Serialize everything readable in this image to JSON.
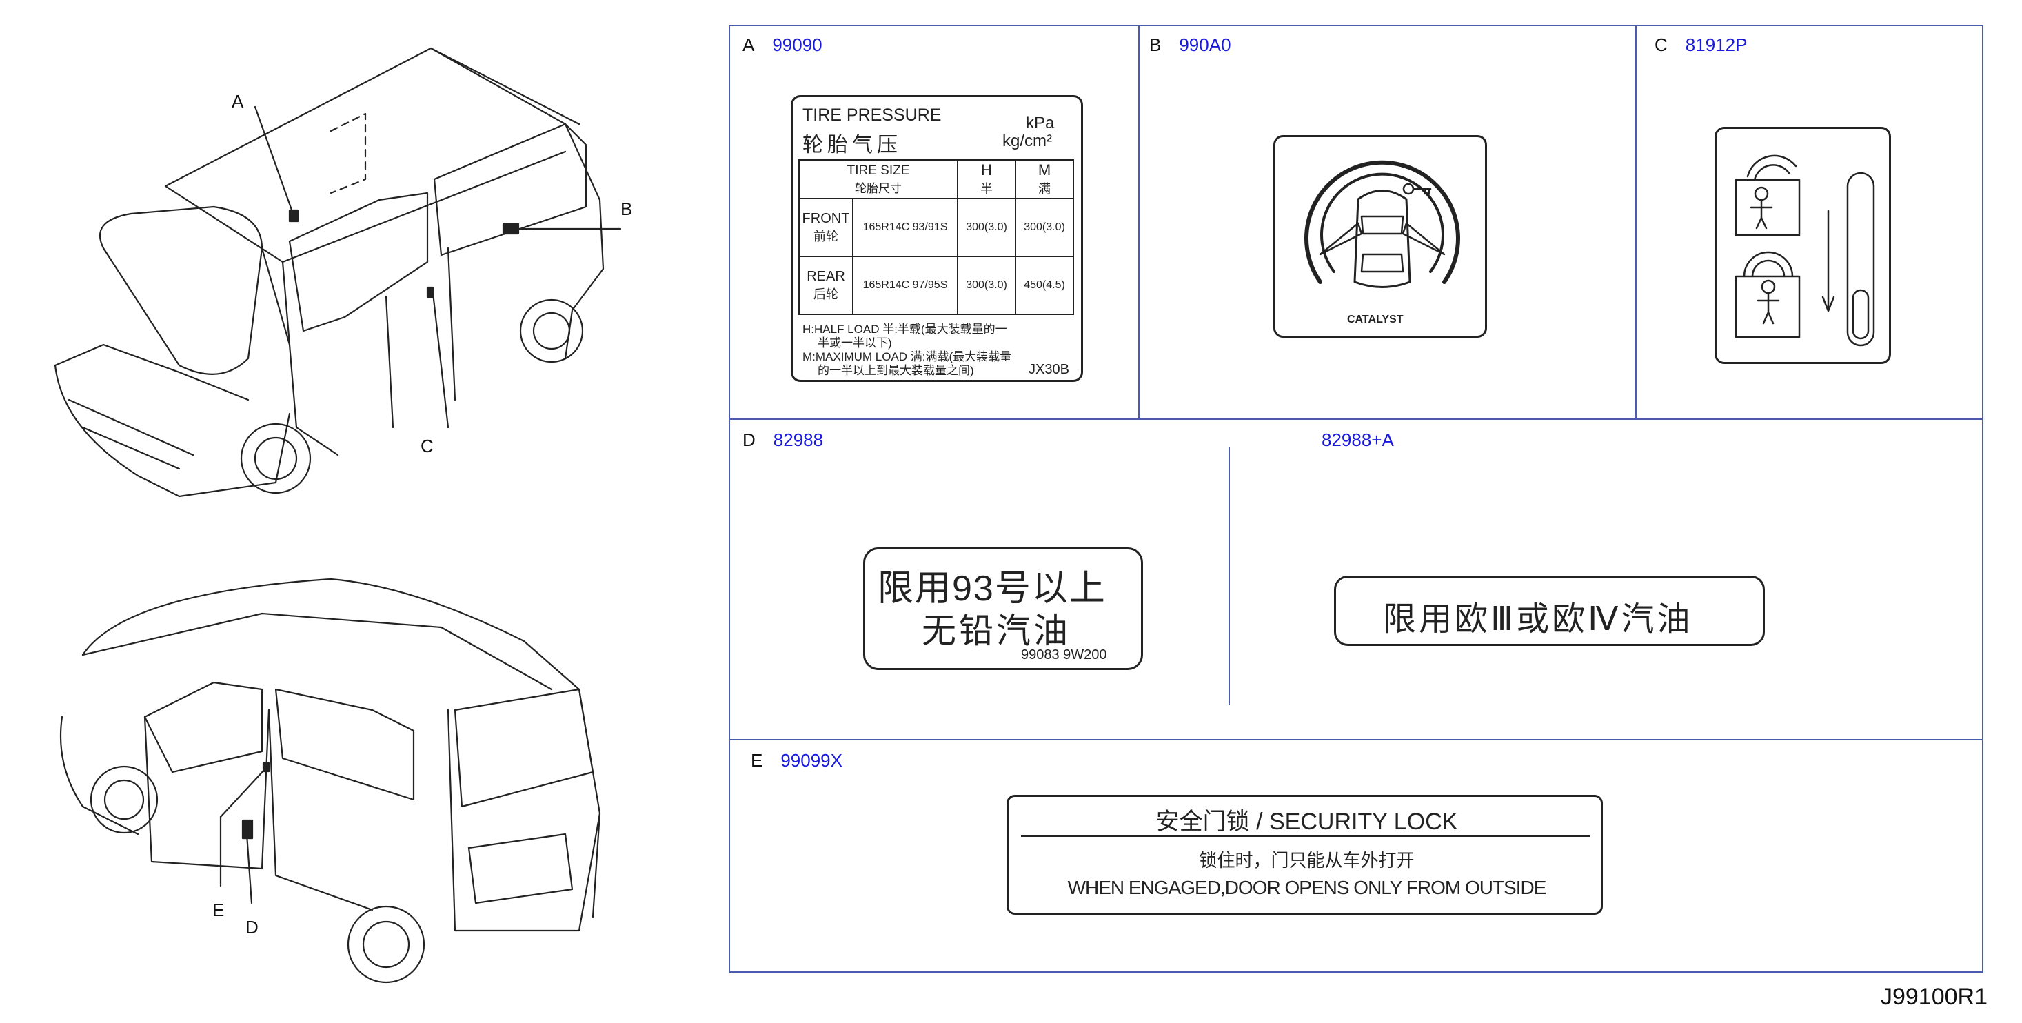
{
  "callouts": {
    "a": "A",
    "b": "B",
    "c": "C",
    "d": "D",
    "e": "E"
  },
  "panels": {
    "a": {
      "letter": "A",
      "part": "99090"
    },
    "b": {
      "letter": "B",
      "part": "990A0"
    },
    "c": {
      "letter": "C",
      "part": "81912P"
    },
    "d": {
      "letter": "D",
      "part": "82988",
      "part_alt": "82988+A"
    },
    "e": {
      "letter": "E",
      "part": "99099X"
    }
  },
  "tire_label": {
    "title": "TIRE PRESSURE",
    "title_cn": "轮胎气压",
    "unit1": "kPa",
    "unit2": "kg/cm²",
    "col_size": "TIRE SIZE",
    "col_size_cn": "轮胎尺寸",
    "col_h": "H",
    "col_h_cn": "半",
    "col_m": "M",
    "col_m_cn": "满",
    "front": "FRONT",
    "front_cn": "前轮",
    "front_size": "165R14C 93/91S",
    "front_h": "300(3.0)",
    "front_m": "300(3.0)",
    "rear": "REAR",
    "rear_cn": "后轮",
    "rear_size": "165R14C 97/95S",
    "rear_h": "300(3.0)",
    "rear_m": "450(4.5)",
    "note1": "H:HALF LOAD  半:半载(最大装载量的一",
    "note1b": "半或一半以下)",
    "note2": "M:MAXIMUM LOAD  满:满载(最大装载量",
    "note2b": "的一半以上到最大装载量之间)",
    "code": "JX30B"
  },
  "catalyst_label": {
    "text": "CATALYST"
  },
  "fuel_label": {
    "line1": "限用93号以上",
    "line2": "无铅汽油",
    "code": "99083 9W200"
  },
  "euro_label": {
    "text": "限用欧Ⅲ或欧Ⅳ汽油"
  },
  "security_label": {
    "title": "安全门锁 / SECURITY LOCK",
    "line_cn": "锁住时，门只能从车外打开",
    "line_en": "WHEN ENGAGED,DOOR OPENS ONLY FROM OUTSIDE"
  },
  "document_code": "J99100R1"
}
